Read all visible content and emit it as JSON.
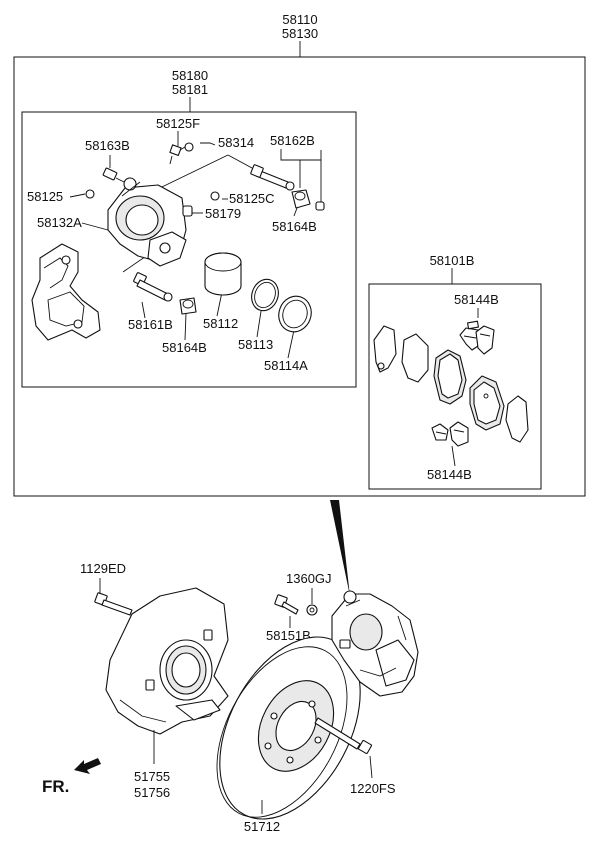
{
  "assembly": {
    "top_number_1": "58110",
    "top_number_2": "58130"
  },
  "caliper_kit": {
    "number_1": "58180",
    "number_2": "58181"
  },
  "pad_kit": {
    "number": "58101B"
  },
  "labels": {
    "p58125F": "58125F",
    "p58314": "58314",
    "p58163B": "58163B",
    "p58162B": "58162B",
    "p58125": "58125",
    "p58125C": "58125C",
    "p58132A": "58132A",
    "p58179": "58179",
    "p58164B_right": "58164B",
    "p58161B": "58161B",
    "p58112": "58112",
    "p58164B_left": "58164B",
    "p58113": "58113",
    "p58114A": "58114A",
    "p58144B_top": "58144B",
    "p58144B_bottom": "58144B",
    "p1129ED": "1129ED",
    "p1360GJ": "1360GJ",
    "p58151B": "58151B",
    "p51755": "51755",
    "p51756": "51756",
    "p1220FS": "1220FS",
    "p51712": "51712"
  },
  "direction": {
    "text": "FR."
  }
}
